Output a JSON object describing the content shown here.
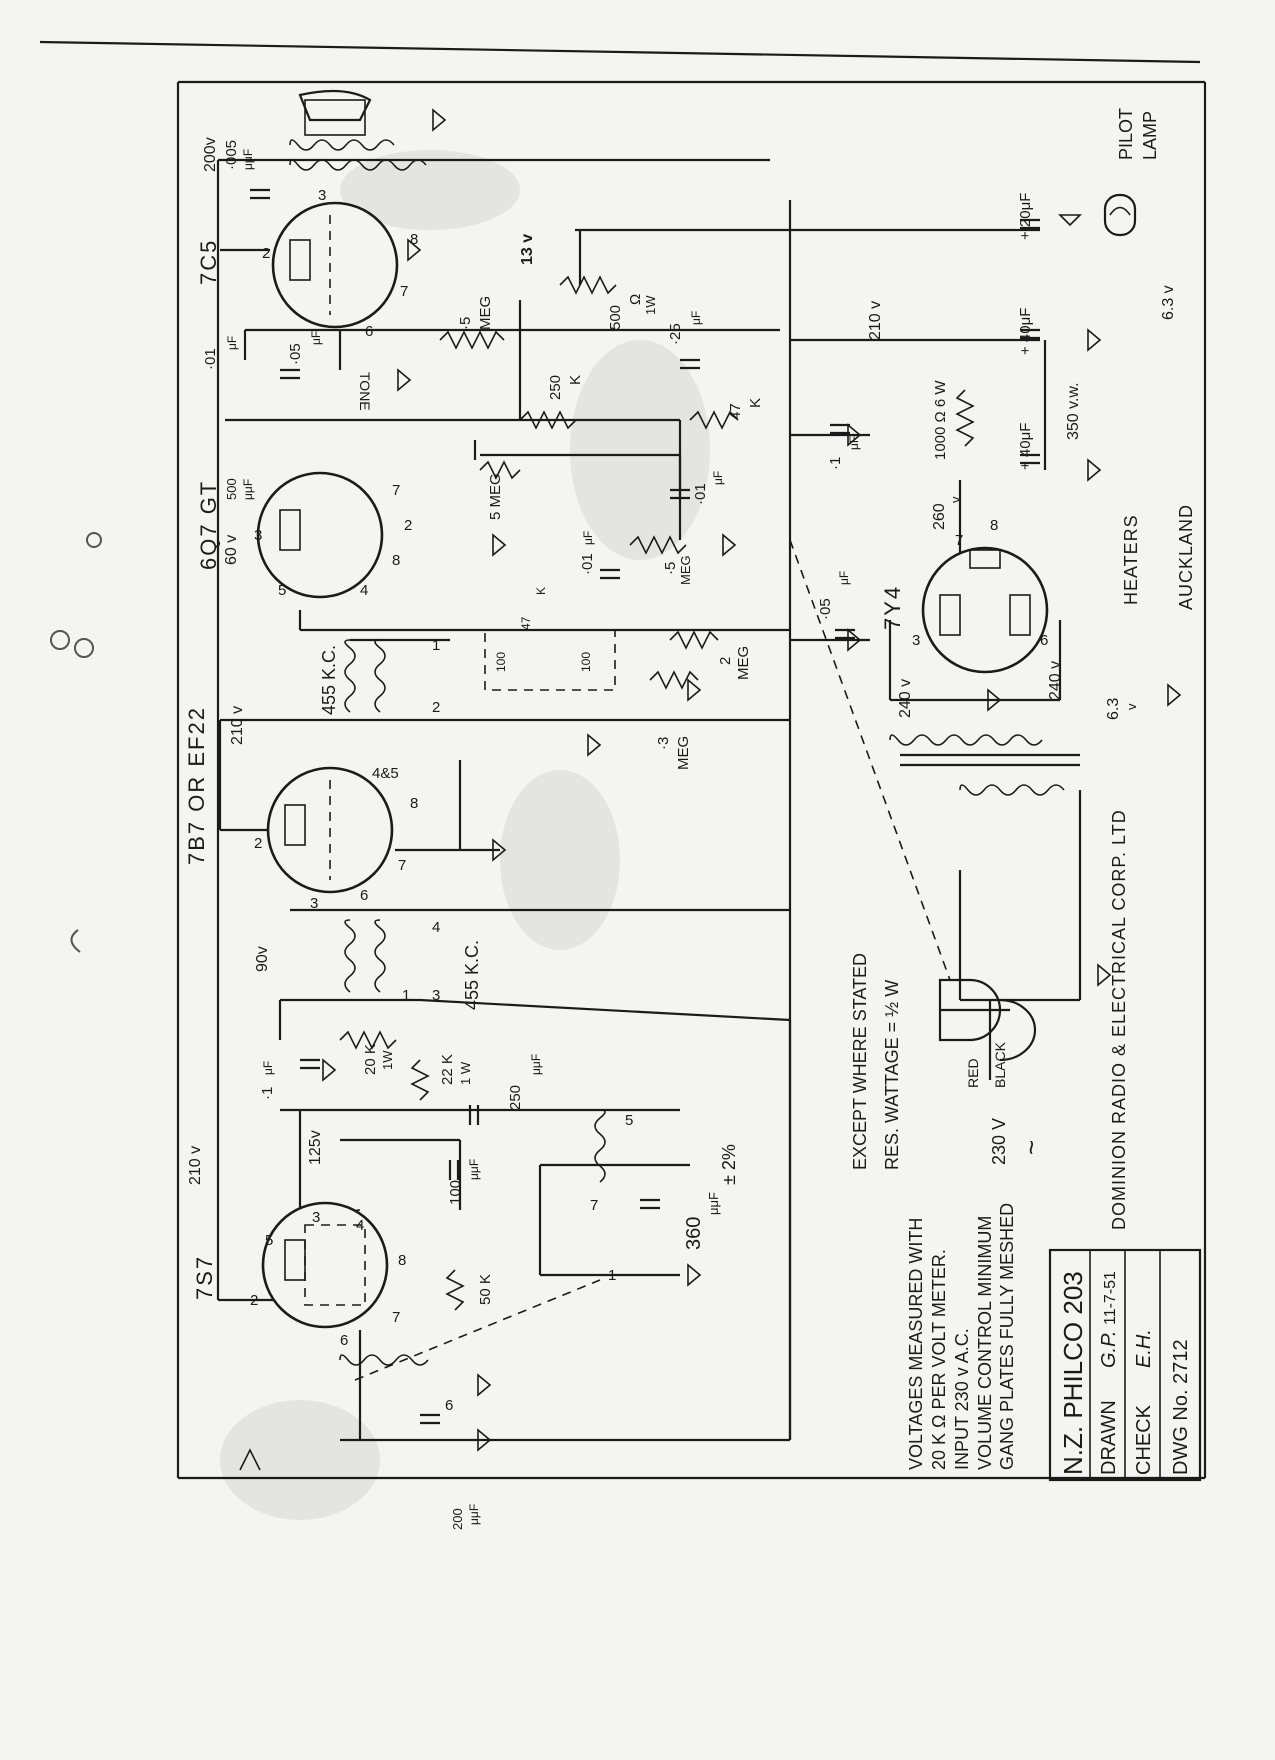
{
  "title_block": {
    "model": "N.Z. PHILCO 203",
    "drawn": "DRAWN",
    "drawn_sign": "G.P.",
    "date": "11-7-51",
    "check": "CHECK",
    "check_sign": "E.H.",
    "dwg_no": "DWG No. 2712"
  },
  "company": "DOMINION RADIO & ELECTRICAL CORP. LTD",
  "location": "AUCKLAND",
  "notes": {
    "line1": "VOLTAGES MEASURED WITH",
    "line2": "20 K Ω PER VOLT METER.",
    "line3": "INPUT 230 v A.C.",
    "line4": "VOLUME CONTROL MINIMUM",
    "line5": "GANG PLATES FULLY MESHED",
    "wattage1": "EXCEPT WHERE STATED",
    "wattage2": "RES. WATTAGE = ½ W"
  },
  "mains": {
    "red": "RED",
    "black": "BLACK",
    "voltage": "230 V",
    "ac_symbol": "~"
  },
  "tubes": {
    "t1": "7S7",
    "t2": "7B7 OR EF22",
    "t3": "6Q7 GT",
    "t4": "7C5",
    "t5": "7Y4"
  },
  "labels": {
    "heaters": "HEATERS",
    "pilot": "PILOT",
    "lamp": "LAMP",
    "tone": "TONE",
    "kc1": "455 K.C.",
    "kc2": "455 K.C."
  },
  "voltages": {
    "v200": "200v",
    "v13": "13 v",
    "v210a": "210 v",
    "v210b": "210 v",
    "v210c": "210 v",
    "v90": "90v",
    "v125": "125v",
    "v60": "60 v",
    "v260": "260",
    "v260u": "v",
    "v63a": "6.3 v",
    "v63b": "6.3",
    "v63bu": "v",
    "v240a": "240 v",
    "v240b": "240 v",
    "v350": "350 v.w."
  },
  "components": {
    "c005a": "·005",
    "c005b": "μμF",
    "c01a": "·01",
    "c01b": "μF",
    "c05a": "·05",
    "c05b": "μF",
    "r05a": "·5",
    "r05b": "MEG",
    "r500a": "500",
    "r500b": "Ω",
    "r500c": "1W",
    "c25a": "·25",
    "c25b": "μF",
    "r250a": "250",
    "r250b": "K",
    "r47a": "47",
    "r47b": "K",
    "c500a": "500",
    "c500b": "μμF",
    "r5meg": "5 MEG",
    "c01ba": "·01",
    "c01bb": "μF",
    "c01ca": "·01",
    "c01cb": "μF",
    "r5va": "·5",
    "r5vb": "MEG",
    "r47k2a": "47",
    "r47k2b": "K",
    "r100a": "100",
    "r100b": "100",
    "c1a": "·1",
    "c1b": "μF",
    "c05ca": "·05",
    "c05cb": "μF",
    "r2a": "2",
    "r2b": "MEG",
    "r3a": "·3",
    "r3b": "MEG",
    "c20": "+ 20μF",
    "c40a": "+ 40μF",
    "c40b": "+ 40μF",
    "r1000": "1000 Ω 6 W",
    "c1da": "·1",
    "c1db": "μF",
    "r20ka": "20 K",
    "r20kb": "1W",
    "r22ka": "22 K",
    "r22kb": "1 W",
    "c250a": "250",
    "c250b": "μμF",
    "c100a": "100",
    "c100b": "μμF",
    "r50k": "50 K",
    "c360a": "360",
    "c360b": "μμF",
    "c360c": "± 2%",
    "c200a": "200",
    "c200b": "μμF"
  },
  "pins": {
    "p7c5_3": "3",
    "p7c5_2": "2",
    "p7c5_8": "8",
    "p7c5_7": "7",
    "p7c5_6": "6",
    "p6q7_7": "7",
    "p6q7_2": "2",
    "p6q7_8": "8",
    "p6q7_3": "3",
    "p6q7_5": "5",
    "p6q7_4": "4",
    "p7b7_45": "4&5",
    "p7b7_2": "2",
    "p7b7_8": "8",
    "p7b7_7": "7",
    "p7b7_3": "3",
    "p7b7_6": "6",
    "p7s7_5": "5",
    "p7s7_3": "3",
    "p7s7_4": "4",
    "p7s7_2": "2",
    "p7s7_8": "8",
    "p7s7_7": "7",
    "p7s7_6": "6",
    "p7y4_3": "3",
    "p7y4_6": "6",
    "p7y4_7": "7",
    "p7y4_8": "8",
    "tr1_1": "1",
    "tr1_2": "2",
    "tr2_4": "4",
    "tr2_3": "3",
    "tr2_1": "1",
    "osc_5": "5",
    "osc_7": "7",
    "osc_1": "1",
    "ant_6": "6"
  }
}
